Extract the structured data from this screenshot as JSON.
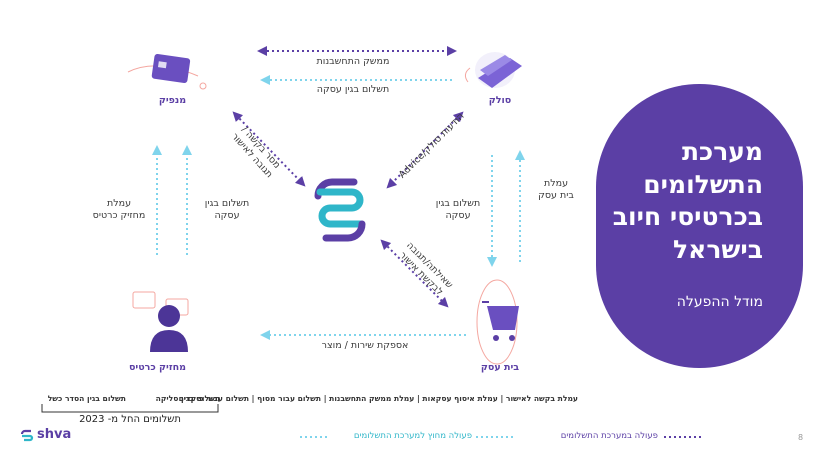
{
  "title": {
    "line1": "מערכת",
    "line2": "התשלומים",
    "line3": "בכרטיסי חיוב",
    "line4": "בישראל",
    "subtitle": "מודל ההפעלה"
  },
  "nodes": {
    "acquirer": "סולק",
    "issuer": "מנפיק",
    "merchant": "בית עסק",
    "cardholder": "מחזיק כרטיס"
  },
  "edges": {
    "settlement_interface": "ממשק התחשבנות",
    "payment_between_acquirer_issuer": "תשלום בגין עסקה",
    "authorization_line1": "מסר בקשה /",
    "authorization_line2": "תגובה לאישור",
    "advice_line1": "Advice/הודעות סולק",
    "payment_issuer_to_shva_line1": "תשלום בגין",
    "payment_issuer_to_shva_line2": "עסקה",
    "cardholder_fee_line1": "עמלת",
    "cardholder_fee_line2": "מחזיק כרטיס",
    "payment_acquirer_merchant_line1": "תשלום בגין",
    "payment_acquirer_merchant_line2": "עסקה",
    "merchant_fee_line1": "עמלת",
    "merchant_fee_line2": "בית עסק",
    "merchant_request_line1": "שאילתה/תגובה",
    "merchant_request_line2": "לבקשת אישור",
    "service_supply": "אספקת שירות / מוצר"
  },
  "footer": {
    "row1": "עמלת בקשה לאישור  |  עמלת איסוף עסקאות  |  עמלת ממשק התחשבנות  |  תשלום עבור מסוף  |  תשלום עבור פיקדים",
    "row1b": "תשלום בגין סליקה",
    "row1c": "תשלום בגין הסדר כשל",
    "period_label": "תשלומים החל מ- 2023"
  },
  "legend": {
    "inside": "פעולה במערכת התשלומים",
    "outside": "פעולה מחוץ למערכת התשלומים"
  },
  "brand": {
    "logo_text": "shva"
  },
  "page_number": "8",
  "colors": {
    "purple": "#5b3fa5",
    "lightblue": "#7fd4ec",
    "teal": "#2fb6c9"
  }
}
